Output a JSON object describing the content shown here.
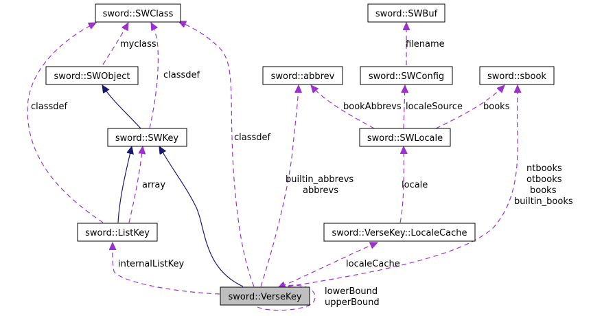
{
  "nodes": {
    "swclass": "sword::SWClass",
    "swbuf": "sword::SWBuf",
    "swobject": "sword::SWObject",
    "abbrev": "sword::abbrev",
    "swconfig": "sword::SWConfig",
    "sbook": "sword::sbook",
    "swkey": "sword::SWKey",
    "swlocale": "sword::SWLocale",
    "listkey": "sword::ListKey",
    "localecache": "sword::VerseKey::LocaleCache",
    "versekey": "sword::VerseKey"
  },
  "edge_labels": {
    "myclass": "myclass",
    "classdef_swobject": "classdef",
    "classdef_left": "classdef",
    "classdef_right": "classdef",
    "filename": "filename",
    "bookabbrevs": "bookAbbrevs",
    "localesource": "localeSource",
    "books": "books",
    "array": "array",
    "builtin_abbrevs": "builtin_abbrevs",
    "abbrevs": "abbrevs",
    "locale": "locale",
    "ntbooks": "ntbooks",
    "otbooks": "otbooks",
    "books_versekey": "books",
    "builtin_books": "builtin_books",
    "internallistkey": "internalListKey",
    "localecache": "localeCache",
    "lowerbound": "lowerBound",
    "upperbound": "upperBound"
  },
  "colors": {
    "inheritance": "#191970",
    "usage": "#9a32cd",
    "selected_fill": "#bfbfbf"
  }
}
